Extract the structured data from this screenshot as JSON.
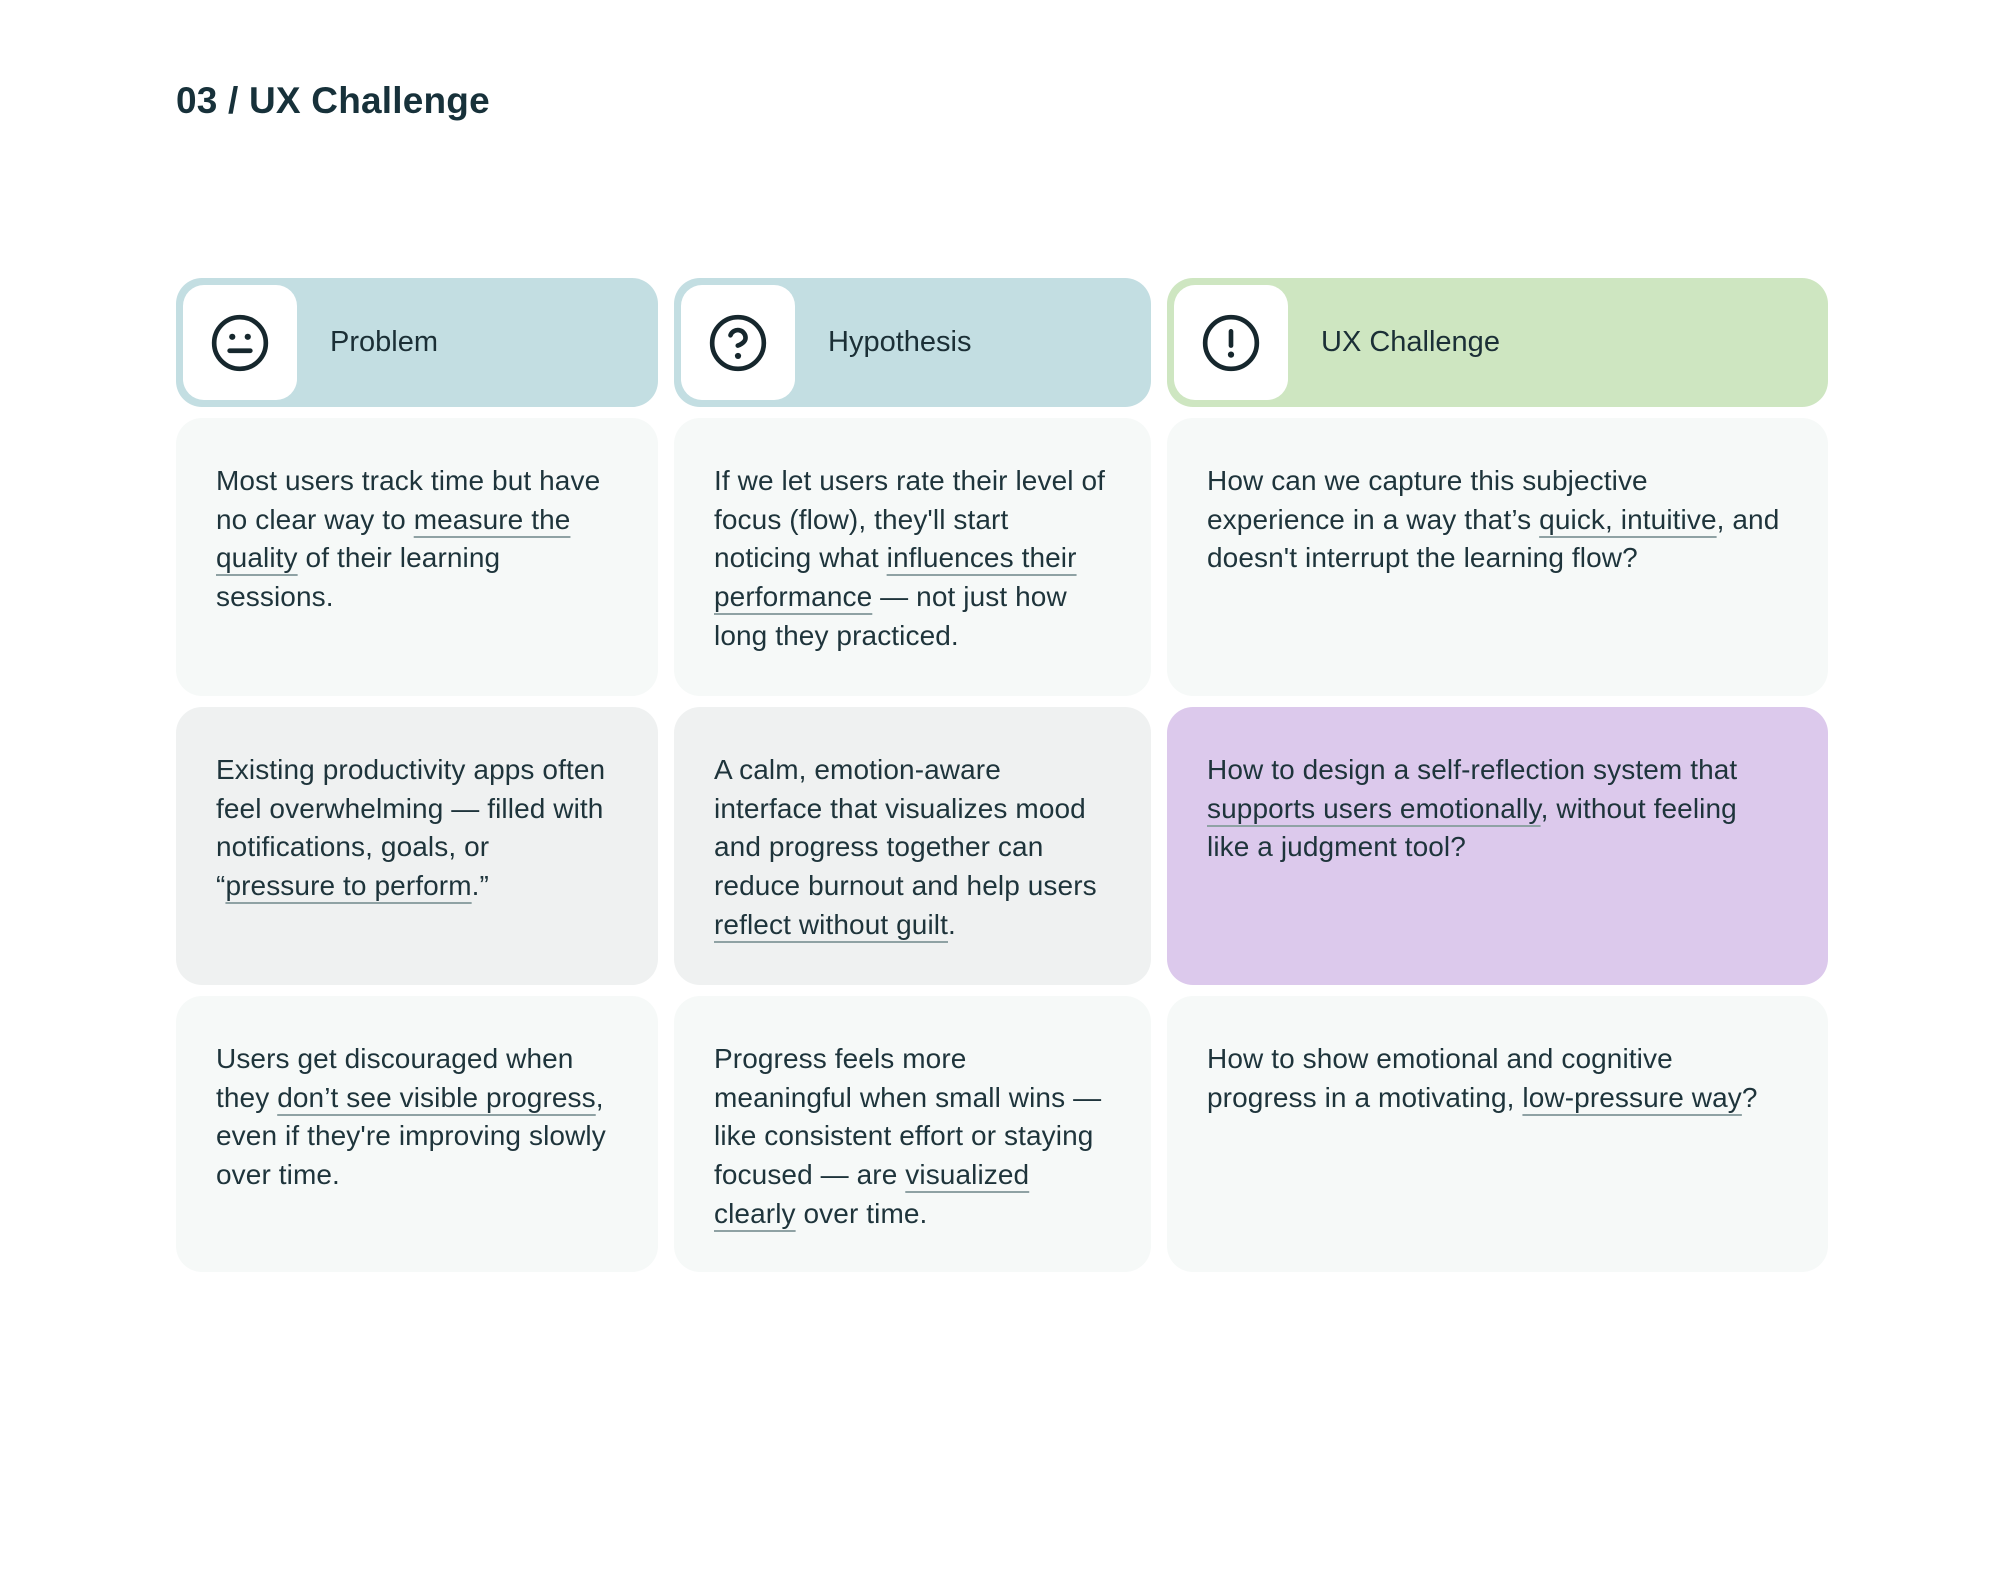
{
  "page": {
    "title": "03 / UX Challenge"
  },
  "colors": {
    "header_teal": "#c3dee2",
    "header_green": "#cee6c1",
    "card_light": "#f6f9f8",
    "card_mid": "#eff1f1",
    "card_purple": "#dcc9ec",
    "icon_tile": "#ffffff",
    "text": "#1d3138"
  },
  "columns": [
    {
      "label": "Problem",
      "icon": "neutral-face-icon",
      "cards": [
        {
          "pre": "Most users track time but have no clear way to ",
          "u": "measure the quality",
          "post": " of their learning sessions."
        },
        {
          "pre": "Existing productivity apps often feel overwhelming — filled with notifications, goals, or “",
          "u": "pressure to perform",
          "post": ".”"
        },
        {
          "pre": "Users get discouraged when they ",
          "u": "don’t see visible progress",
          "post": ", even if they're improving slowly over time."
        }
      ]
    },
    {
      "label": "Hypothesis",
      "icon": "help-circle-icon",
      "cards": [
        {
          "pre": "If we let users rate their level of focus (flow), they'll start noticing what ",
          "u": "influences their performance",
          "post": " — not just how long they practiced."
        },
        {
          "pre": "A calm, emotion-aware interface that visualizes mood and progress together can reduce burnout and help users ",
          "u": "reflect without guilt",
          "post": "."
        },
        {
          "pre": "Progress feels more meaningful when small wins — like consistent effort or staying focused — are ",
          "u": "visualized clearly",
          "post": " over time."
        }
      ]
    },
    {
      "label": "UX Challenge",
      "icon": "alert-circle-icon",
      "cards": [
        {
          "pre": "How can we capture this subjective experience in a way that’s ",
          "u": "quick, intuitive",
          "post": ", and doesn't interrupt the learning flow?"
        },
        {
          "pre": "How to design a self-reflection system that ",
          "u": "supports users emotionally",
          "post": ", without feeling like a judgment tool?"
        },
        {
          "pre": "How to show emotional and cognitive progress in a motivating, ",
          "u": "low-pressure way",
          "post": "?"
        }
      ]
    }
  ]
}
